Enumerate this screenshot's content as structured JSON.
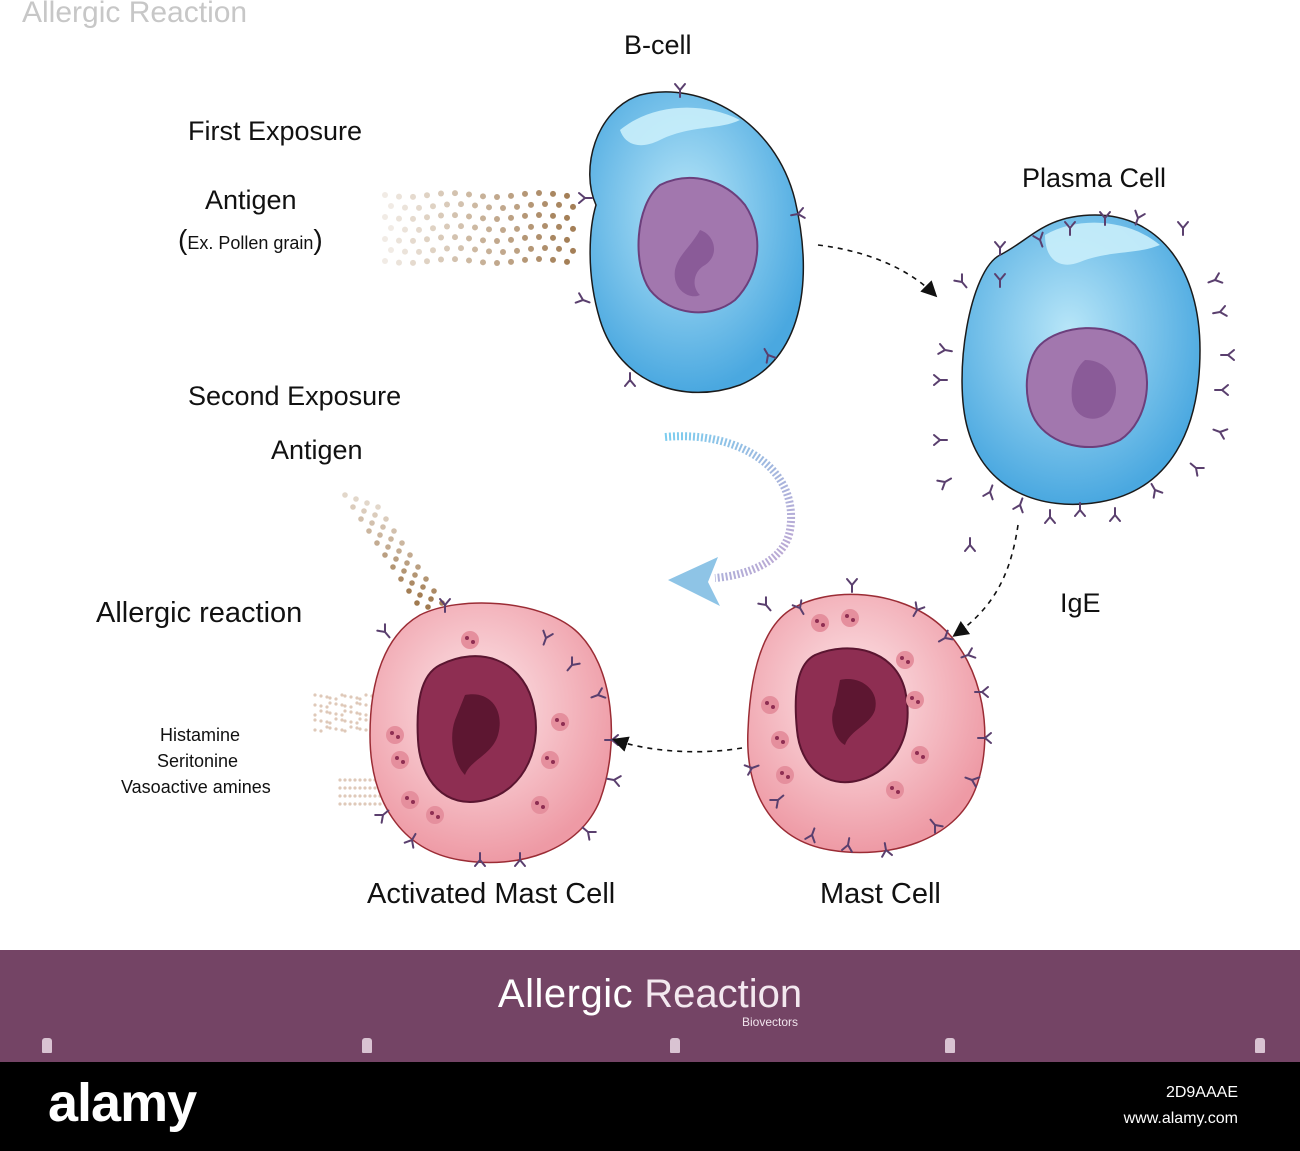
{
  "corner_title": "Allergic Reaction",
  "labels": {
    "b_cell": "B-cell",
    "first_exposure": "First Exposure",
    "antigen_1": "Antigen",
    "pollen_open": "(",
    "pollen_text": "Ex. Pollen grain",
    "pollen_close": ")",
    "plasma_cell": "Plasma Cell",
    "second_exposure": "Second Exposure",
    "antigen_2": "Antigen",
    "ige": "IgE",
    "allergic_reaction": "Allergic reaction",
    "histamine": "Histamine",
    "seritonine": "Seritonine",
    "vasoactive": "Vasoactive amines",
    "activated_mast_cell": "Activated Mast Cell",
    "mast_cell": "Mast Cell"
  },
  "banner": {
    "title_bold": "Allergic",
    "title_light": "Reaction",
    "subtitle": "Biovectors"
  },
  "footer": {
    "logo": "alamy",
    "image_id": "2D9AAAE",
    "url": "www.alamy.com"
  },
  "colors": {
    "b_cell": "#7ccdef",
    "plasma_cell": "#7ccdef",
    "nucleus_purple": "#a277ae",
    "mast_cell": "#f4bcc2",
    "mast_nucleus": "#8e2e52",
    "antibody": "#5a3f6e",
    "pollen": "#a07a50",
    "banner": "#744465",
    "footer": "#000000"
  }
}
